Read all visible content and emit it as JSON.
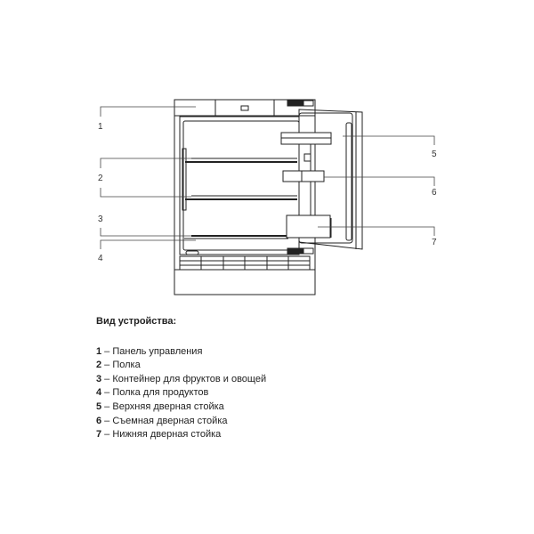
{
  "diagram": {
    "callouts": [
      "1",
      "2",
      "3",
      "4",
      "5",
      "6",
      "7"
    ]
  },
  "legend": {
    "title": "Вид устройства:",
    "items": [
      {
        "num": "1",
        "text": "Панель управления"
      },
      {
        "num": "2",
        "text": "Полка"
      },
      {
        "num": "3",
        "text": "Контейнер для фруктов и овощей"
      },
      {
        "num": "4",
        "text": "Полка для продуктов"
      },
      {
        "num": "5",
        "text": "Верхняя дверная стойка"
      },
      {
        "num": "6",
        "text": "Съемная дверная стойка"
      },
      {
        "num": "7",
        "text": "Нижняя дверная стойка"
      }
    ]
  }
}
